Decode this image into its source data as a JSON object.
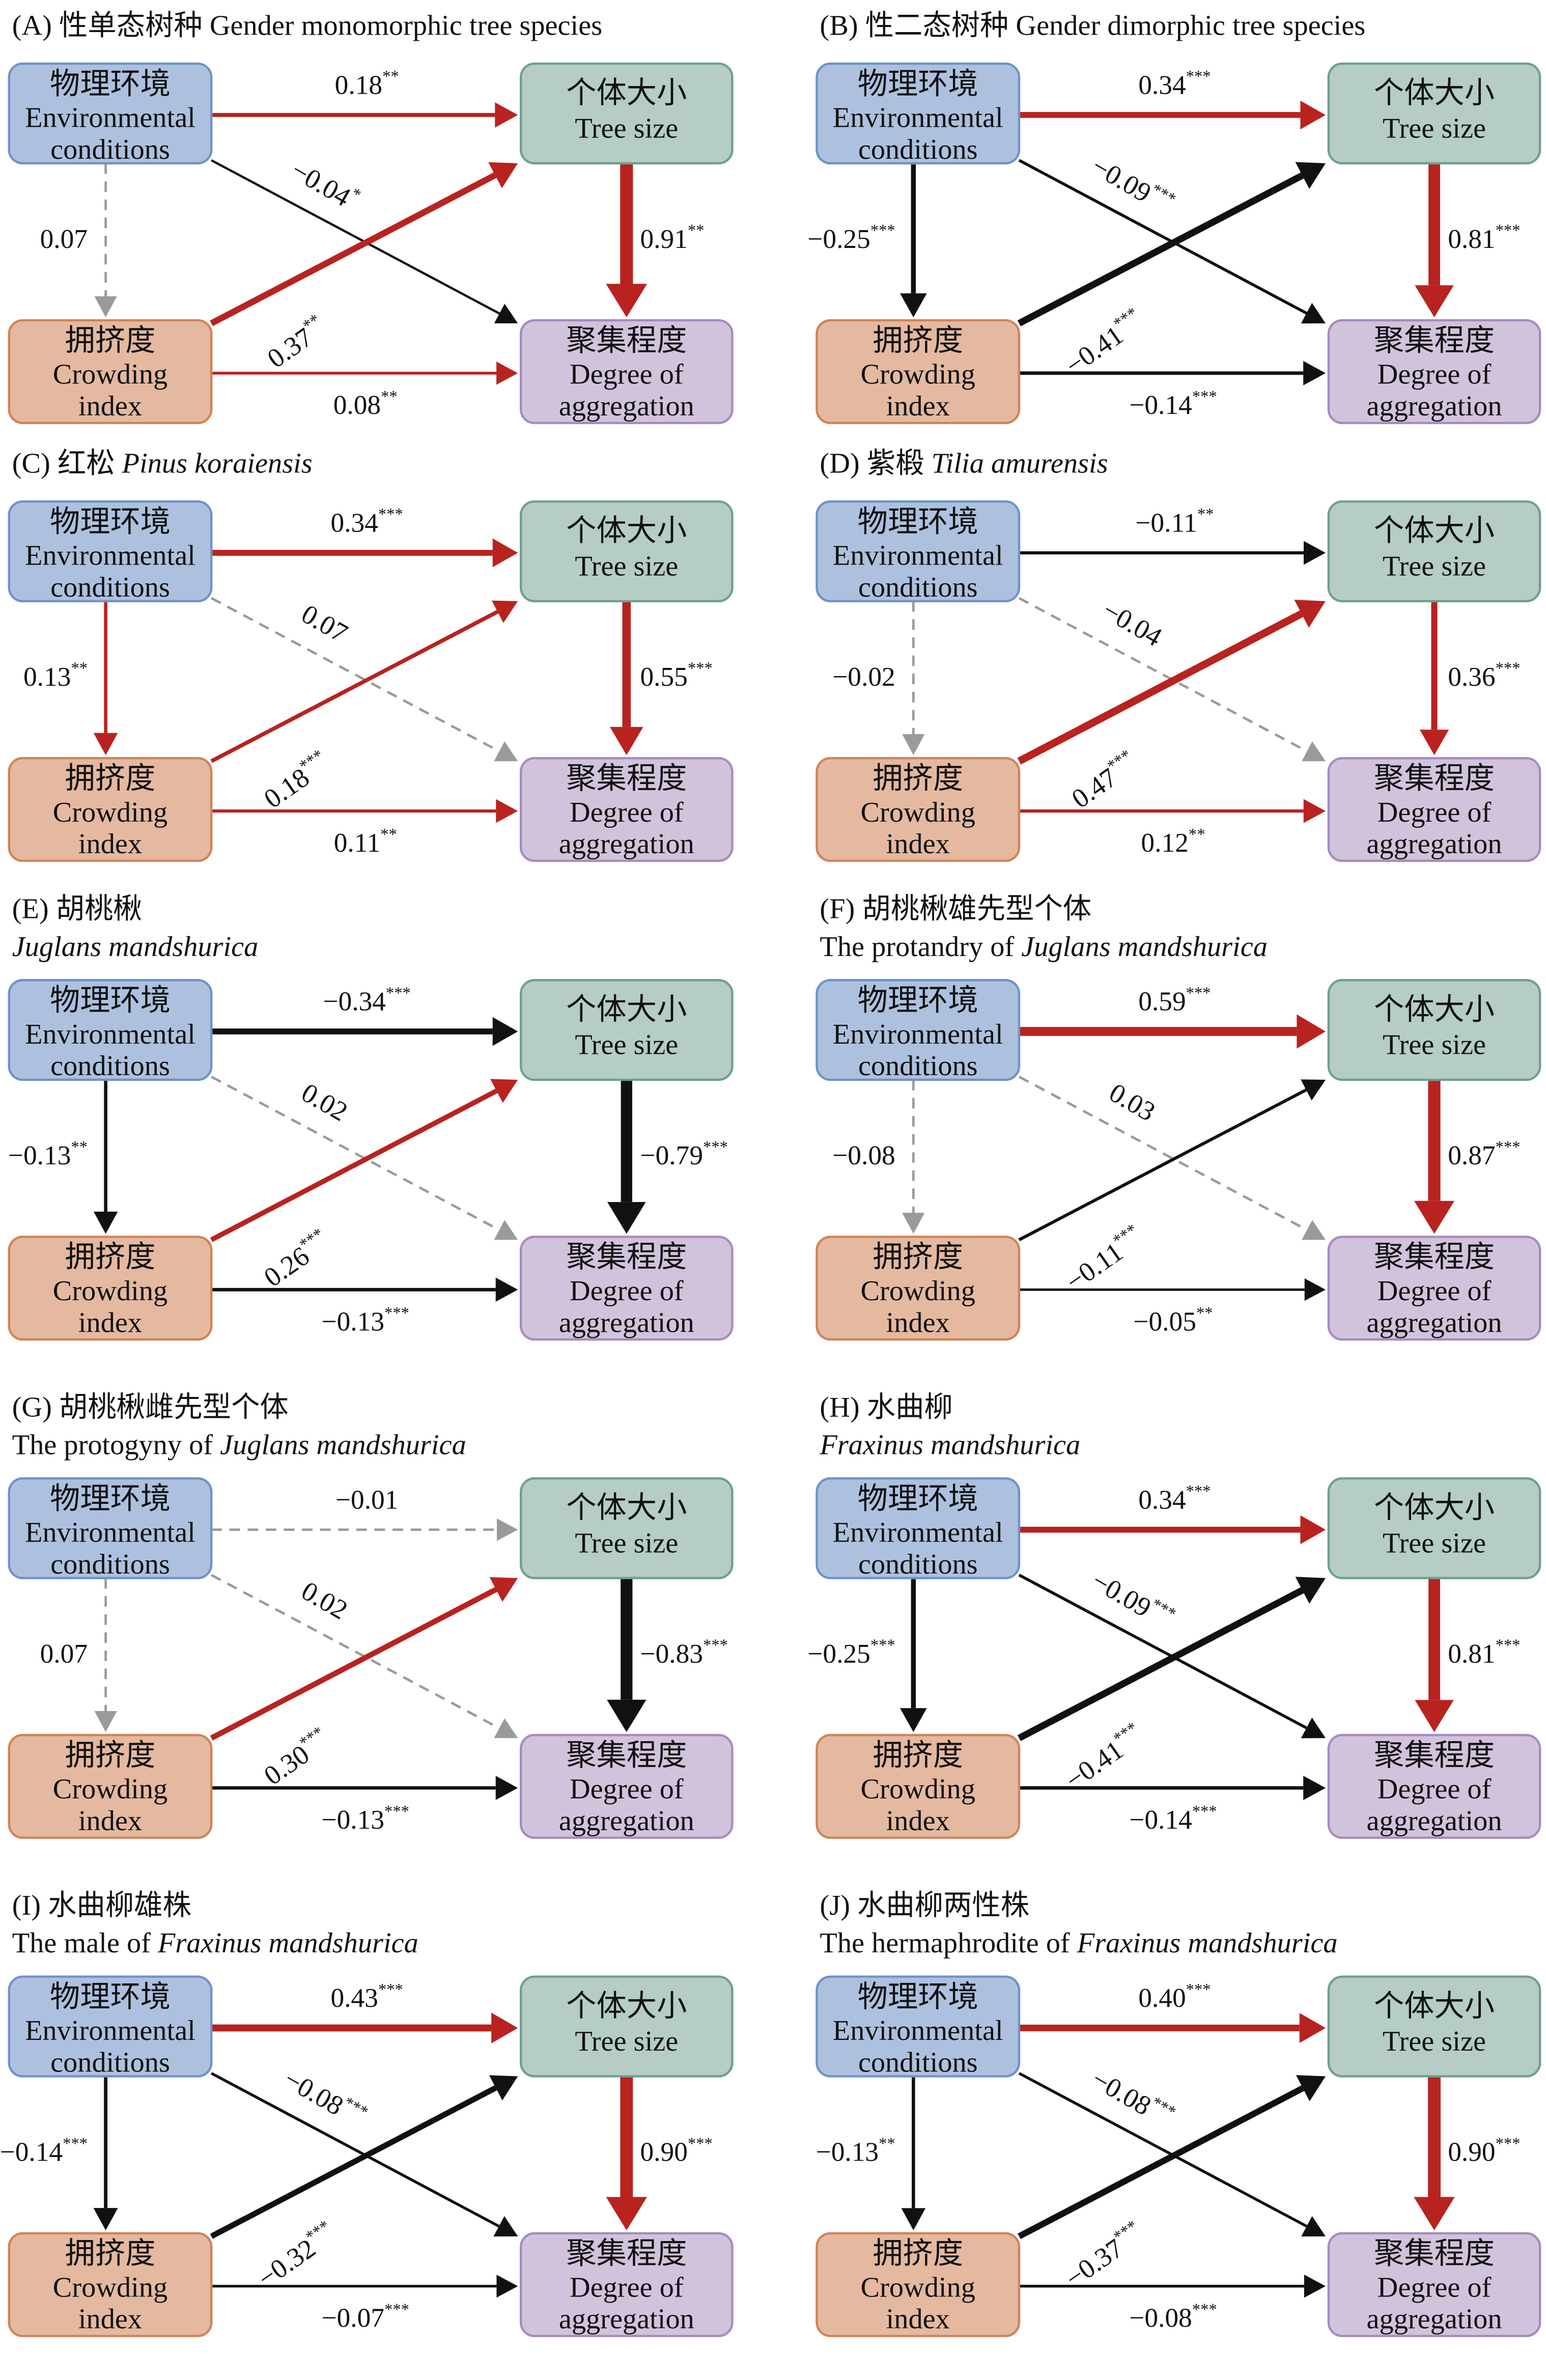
{
  "nodes": {
    "env": {
      "zh": "物理环境",
      "en1": "Environmental",
      "en2": "conditions"
    },
    "size": {
      "zh": "个体大小",
      "en1": "Tree size",
      "en2": ""
    },
    "crowd": {
      "zh": "拥挤度",
      "en1": "Crowding",
      "en2": "index"
    },
    "agg": {
      "zh": "聚集程度",
      "en1": "Degree of",
      "en2": "aggregation"
    }
  },
  "colors": {
    "positive": "#b8231f",
    "negative": "#111111",
    "ns": "#9a9a9a",
    "env_fill": "#adc1df",
    "env_stroke": "#6f93c6",
    "size_fill": "#b5cdc4",
    "size_stroke": "#6fa08e",
    "crowd_fill": "#e4b9a0",
    "crowd_stroke": "#cf8459",
    "agg_fill": "#d2c3dc",
    "agg_stroke": "#a78bbd"
  },
  "panels": [
    {
      "id": "A",
      "title1": [
        {
          "t": "(A) 性单态树种 Gender monomorphic tree species",
          "i": false
        }
      ],
      "title2": [],
      "paths": {
        "env_size": {
          "v": "0.18",
          "s": "**",
          "sig": true
        },
        "env_agg": {
          "v": "−0.04",
          "s": "*",
          "sig": true
        },
        "env_crowd": {
          "v": "0.07",
          "s": "",
          "sig": false
        },
        "crowd_size": {
          "v": "0.37",
          "s": "**",
          "sig": true
        },
        "crowd_agg": {
          "v": "0.08",
          "s": "**",
          "sig": true
        },
        "size_agg": {
          "v": "0.91",
          "s": "**",
          "sig": true
        }
      }
    },
    {
      "id": "B",
      "title1": [
        {
          "t": "(B) 性二态树种 Gender dimorphic tree species",
          "i": false
        }
      ],
      "title2": [],
      "paths": {
        "env_size": {
          "v": "0.34",
          "s": "***",
          "sig": true
        },
        "env_agg": {
          "v": "−0.09",
          "s": "***",
          "sig": true
        },
        "env_crowd": {
          "v": "−0.25",
          "s": "***",
          "sig": true
        },
        "crowd_size": {
          "v": "−0.41",
          "s": "***",
          "sig": true
        },
        "crowd_agg": {
          "v": "−0.14",
          "s": "***",
          "sig": true
        },
        "size_agg": {
          "v": "0.81",
          "s": "***",
          "sig": true
        }
      }
    },
    {
      "id": "C",
      "title1": [
        {
          "t": "(C) 红松 ",
          "i": false
        },
        {
          "t": "Pinus koraiensis",
          "i": true
        }
      ],
      "title2": [],
      "paths": {
        "env_size": {
          "v": "0.34",
          "s": "***",
          "sig": true
        },
        "env_agg": {
          "v": "0.07",
          "s": "",
          "sig": false
        },
        "env_crowd": {
          "v": "0.13",
          "s": "**",
          "sig": true
        },
        "crowd_size": {
          "v": "0.18",
          "s": "***",
          "sig": true
        },
        "crowd_agg": {
          "v": "0.11",
          "s": "**",
          "sig": true
        },
        "size_agg": {
          "v": "0.55",
          "s": "***",
          "sig": true
        }
      }
    },
    {
      "id": "D",
      "title1": [
        {
          "t": "(D) 紫椴 ",
          "i": false
        },
        {
          "t": "Tilia amurensis",
          "i": true
        }
      ],
      "title2": [],
      "paths": {
        "env_size": {
          "v": "−0.11",
          "s": "**",
          "sig": true
        },
        "env_agg": {
          "v": "−0.04",
          "s": "",
          "sig": false
        },
        "env_crowd": {
          "v": "−0.02",
          "s": "",
          "sig": false
        },
        "crowd_size": {
          "v": "0.47",
          "s": "***",
          "sig": true
        },
        "crowd_agg": {
          "v": "0.12",
          "s": "**",
          "sig": true
        },
        "size_agg": {
          "v": "0.36",
          "s": "***",
          "sig": true
        }
      }
    },
    {
      "id": "E",
      "title1": [
        {
          "t": "(E) 胡桃楸",
          "i": false
        }
      ],
      "title2": [
        {
          "t": "Juglans mandshurica",
          "i": true
        }
      ],
      "paths": {
        "env_size": {
          "v": "−0.34",
          "s": "***",
          "sig": true
        },
        "env_agg": {
          "v": "0.02",
          "s": "",
          "sig": false
        },
        "env_crowd": {
          "v": "−0.13",
          "s": "**",
          "sig": true
        },
        "crowd_size": {
          "v": "0.26",
          "s": "***",
          "sig": true
        },
        "crowd_agg": {
          "v": "−0.13",
          "s": "***",
          "sig": true
        },
        "size_agg": {
          "v": "−0.79",
          "s": "***",
          "sig": true
        }
      }
    },
    {
      "id": "F",
      "title1": [
        {
          "t": "(F) 胡桃楸雄先型个体",
          "i": false
        }
      ],
      "title2": [
        {
          "t": "The protandry of ",
          "i": false
        },
        {
          "t": "Juglans mandshurica",
          "i": true
        }
      ],
      "paths": {
        "env_size": {
          "v": "0.59",
          "s": "***",
          "sig": true
        },
        "env_agg": {
          "v": "0.03",
          "s": "",
          "sig": false
        },
        "env_crowd": {
          "v": "−0.08",
          "s": "",
          "sig": false
        },
        "crowd_size": {
          "v": "−0.11",
          "s": "***",
          "sig": true
        },
        "crowd_agg": {
          "v": "−0.05",
          "s": "**",
          "sig": true
        },
        "size_agg": {
          "v": "0.87",
          "s": "***",
          "sig": true
        }
      }
    },
    {
      "id": "G",
      "title1": [
        {
          "t": "(G) 胡桃楸雌先型个体",
          "i": false
        }
      ],
      "title2": [
        {
          "t": "The protogyny of ",
          "i": false
        },
        {
          "t": "Juglans mandshurica",
          "i": true
        }
      ],
      "paths": {
        "env_size": {
          "v": "−0.01",
          "s": "",
          "sig": false
        },
        "env_agg": {
          "v": "0.02",
          "s": "",
          "sig": false
        },
        "env_crowd": {
          "v": "0.07",
          "s": "",
          "sig": false
        },
        "crowd_size": {
          "v": "0.30",
          "s": "***",
          "sig": true
        },
        "crowd_agg": {
          "v": "−0.13",
          "s": "***",
          "sig": true
        },
        "size_agg": {
          "v": "−0.83",
          "s": "***",
          "sig": true
        }
      }
    },
    {
      "id": "H",
      "title1": [
        {
          "t": "(H) 水曲柳",
          "i": false
        }
      ],
      "title2": [
        {
          "t": "Fraxinus mandshurica",
          "i": true
        }
      ],
      "paths": {
        "env_size": {
          "v": "0.34",
          "s": "***",
          "sig": true
        },
        "env_agg": {
          "v": "−0.09",
          "s": "***",
          "sig": true
        },
        "env_crowd": {
          "v": "−0.25",
          "s": "***",
          "sig": true
        },
        "crowd_size": {
          "v": "−0.41",
          "s": "***",
          "sig": true
        },
        "crowd_agg": {
          "v": "−0.14",
          "s": "***",
          "sig": true
        },
        "size_agg": {
          "v": "0.81",
          "s": "***",
          "sig": true
        }
      }
    },
    {
      "id": "I",
      "title1": [
        {
          "t": "(I) 水曲柳雄株",
          "i": false
        }
      ],
      "title2": [
        {
          "t": "The male of ",
          "i": false
        },
        {
          "t": "Fraxinus mandshurica",
          "i": true
        }
      ],
      "paths": {
        "env_size": {
          "v": "0.43",
          "s": "***",
          "sig": true
        },
        "env_agg": {
          "v": "−0.08",
          "s": "***",
          "sig": true
        },
        "env_crowd": {
          "v": "−0.14",
          "s": "***",
          "sig": true
        },
        "crowd_size": {
          "v": "−0.32",
          "s": "***",
          "sig": true
        },
        "crowd_agg": {
          "v": "−0.07",
          "s": "***",
          "sig": true
        },
        "size_agg": {
          "v": "0.90",
          "s": "***",
          "sig": true
        }
      }
    },
    {
      "id": "J",
      "title1": [
        {
          "t": "(J) 水曲柳两性株",
          "i": false
        }
      ],
      "title2": [
        {
          "t": "The hermaphrodite of ",
          "i": false
        },
        {
          "t": "Fraxinus mandshurica",
          "i": true
        }
      ],
      "paths": {
        "env_size": {
          "v": "0.40",
          "s": "***",
          "sig": true
        },
        "env_agg": {
          "v": "−0.08",
          "s": "***",
          "sig": true
        },
        "env_crowd": {
          "v": "−0.13",
          "s": "**",
          "sig": true
        },
        "crowd_size": {
          "v": "−0.37",
          "s": "***",
          "sig": true
        },
        "crowd_agg": {
          "v": "−0.08",
          "s": "***",
          "sig": true
        },
        "size_agg": {
          "v": "0.90",
          "s": "***",
          "sig": true
        }
      }
    }
  ]
}
